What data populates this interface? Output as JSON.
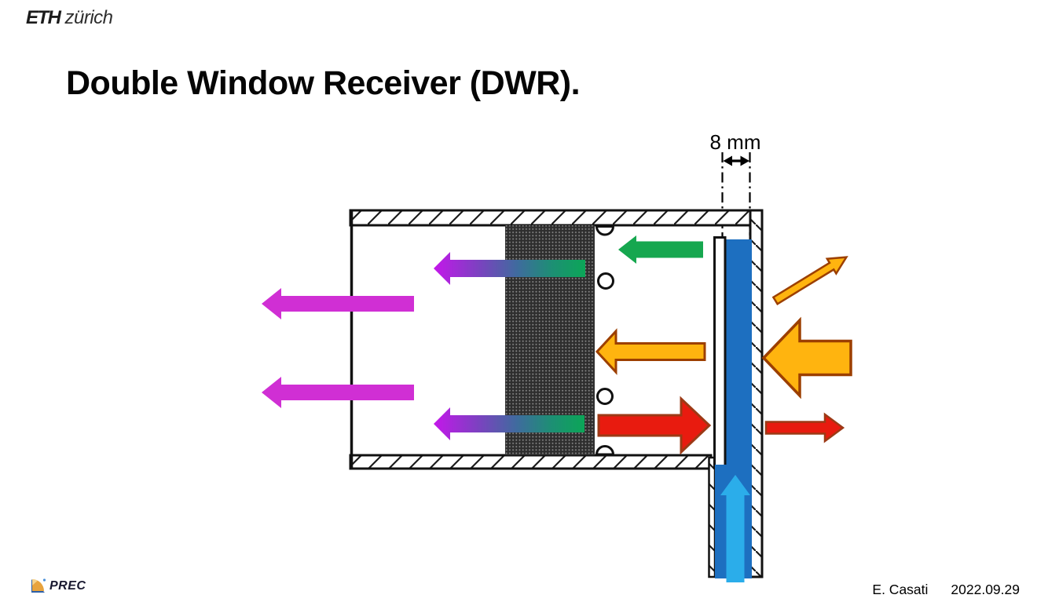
{
  "header": {
    "eth_logo": {
      "bold": "ETH",
      "rest": "zürich"
    }
  },
  "title": "Double Window Receiver (DWR).",
  "diagram": {
    "dimension_label": "8 mm",
    "colors": {
      "wall_stroke": "#111111",
      "hatch_line": "#1b1b1b",
      "absorber_base": "#2e2e2e",
      "absorber_dot": "#878787",
      "window_fluid_blue": "#1d6fc0",
      "inlet_cyan": "#2badea",
      "ir_magenta": "#d02fd4",
      "convection_green": "#16a74f",
      "solar_orange_fill": "#ffb40f",
      "solar_orange_stroke": "#9c3f00",
      "thermal_red_fill": "#e81b0f",
      "thermal_red_stroke": "#9c3a16",
      "gradient_violet": "#c417ea",
      "gradient_purple": "#7b42c0",
      "gradient_slate": "#3f6b9e",
      "gradient_teal": "#1d8f74",
      "gradient_green": "#0ba657",
      "dimension_black": "#000000"
    }
  },
  "footer": {
    "prec_label": "PREC",
    "author": "E. Casati",
    "date": "2022.09.29"
  }
}
